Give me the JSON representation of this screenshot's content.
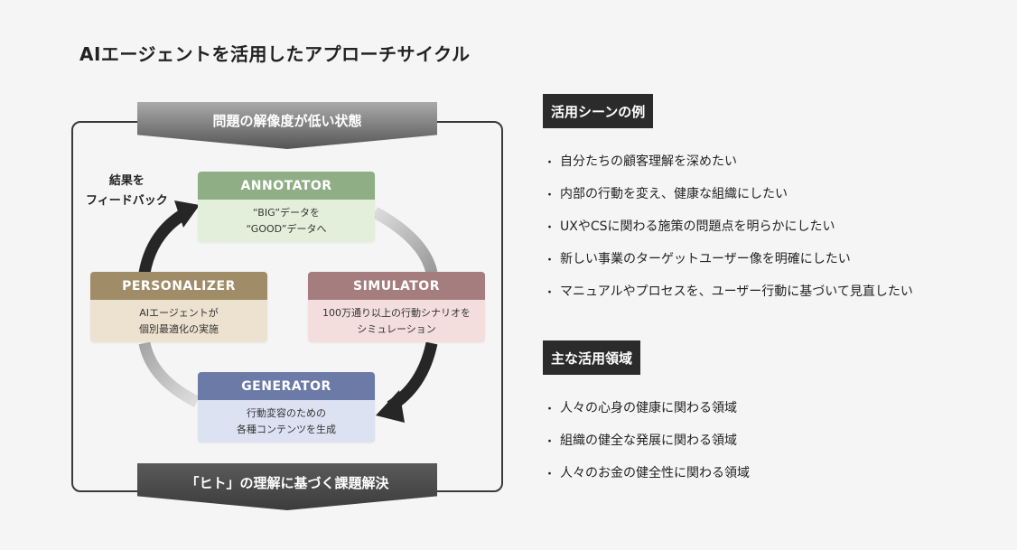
{
  "title": "AIエージェントを活用したアプローチサイクル",
  "diagram": {
    "top_banner": "問題の解像度が低い状態",
    "bottom_banner": "「ヒト」の理解に基づく課題解決",
    "feedback_label_line1": "結果を",
    "feedback_label_line2": "フィードバック",
    "cards": {
      "annotator": {
        "title": "ANNOTATOR",
        "line1": "“BIG”データを",
        "line2": "“GOOD”データへ",
        "head_color": "#8fae86",
        "body_color": "#e3efdb"
      },
      "simulator": {
        "title": "SIMULATOR",
        "line1": "100万通り以上の行動シナリオを",
        "line2": "シミュレーション",
        "head_color": "#a67d7e",
        "body_color": "#f3dedd"
      },
      "generator": {
        "title": "GENERATOR",
        "line1": "行動変容のための",
        "line2": "各種コンテンツを生成",
        "head_color": "#6b7aa6",
        "body_color": "#dde2f2"
      },
      "personalizer": {
        "title": "PERSONALIZER",
        "line1": "AIエージェントが",
        "line2": "個別最適化の実施",
        "head_color": "#a08d68",
        "body_color": "#ede2cf"
      }
    }
  },
  "use_cases": {
    "heading": "活用シーンの例",
    "items": [
      "自分たちの顧客理解を深めたい",
      "内部の行動を変え、健康な組織にしたい",
      "UXやCSに関わる施策の問題点を明らかにしたい",
      "新しい事業のターゲットユーザー像を明確にしたい",
      "マニュアルやプロセスを、ユーザー行動に基づいて見直したい"
    ]
  },
  "areas": {
    "heading": "主な活用領域",
    "items": [
      "人々の心身の健康に関わる領域",
      "組織の健全な発展に関わる領域",
      "人々のお金の健全性に関わる領域"
    ]
  },
  "bullet": "・"
}
